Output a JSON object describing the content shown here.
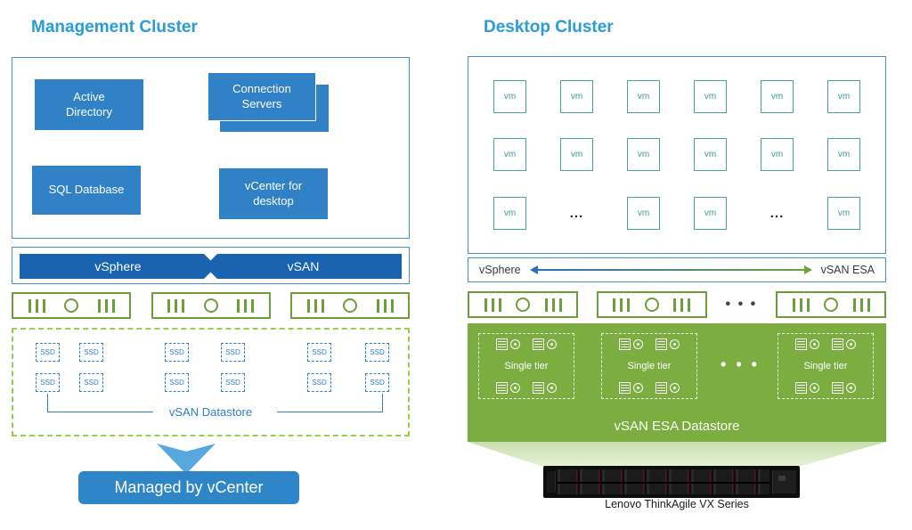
{
  "left": {
    "title": "Management Cluster",
    "boxes": {
      "active_directory": "Active Directory",
      "connection_servers": "Connection Servers",
      "sql_database": "SQL Database",
      "vcenter_for_desktop": "vCenter for desktop"
    },
    "layer_bar": {
      "vsphere": "vSphere",
      "vsan": "vSAN"
    },
    "ssd_label": "SSD",
    "datastore_label": "vSAN Datastore",
    "managed_by": "Managed by vCenter"
  },
  "right": {
    "title": "Desktop Cluster",
    "vm_label": "vm",
    "ellipsis": "...",
    "layer_bar": {
      "vsphere": "vSphere",
      "vsan_esa": "vSAN ESA"
    },
    "hosts_ellipsis": "• • •",
    "datastore": {
      "single_tier": "Single tier",
      "ellipsis": "• • •",
      "label": "vSAN ESA Datastore"
    },
    "hardware_caption": "Lenovo ThinkAgile VX Series"
  },
  "colors": {
    "title_blue": "#2B9BD7",
    "box_blue": "#3181C6",
    "ribbon_blue": "#1A63B0",
    "arrow_blue": "#55A9DE",
    "host_green": "#6E9E39",
    "datastore_green": "#7BAD41",
    "dashed_green": "#9CCB4E",
    "vm_teal": "#4BA39E"
  }
}
